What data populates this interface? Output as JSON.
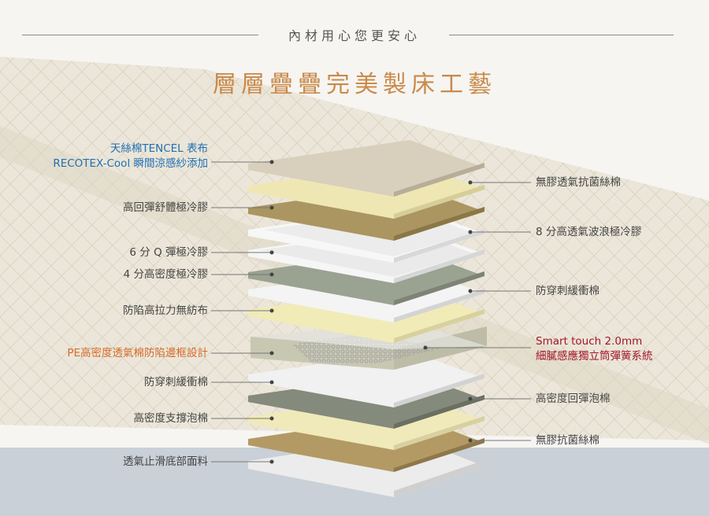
{
  "header": {
    "subtitle": "內材用心您更安心",
    "title": "層層疊疊完美製床工藝"
  },
  "colors": {
    "title": "#c98a4a",
    "blue_label": "#1f6fb5",
    "orange_label": "#d76a2c",
    "red_label": "#a3142b",
    "floor": "#c9d0d7"
  },
  "left_labels": {
    "tencel_line1": "天絲棉TENCEL 表布",
    "tencel_line2": "RECOTEX-Cool 瞬間涼感紗添加",
    "high_rebound": "高回彈舒體極冷膠",
    "q_gel": "6 分 Q 彈極冷膠",
    "high_density_gel": "4 分高密度極冷膠",
    "nonwoven": "防陷高拉力無紡布",
    "pe_frame": "PE高密度透氣棉防陷邊框設計",
    "anti_puncture": "防穿刺緩衝棉",
    "support_foam": "高密度支撐泡棉",
    "bottom_fabric": "透氣止滑底部面料"
  },
  "right_labels": {
    "glue_free_silk": "無膠透氣抗菌絲棉",
    "wave_gel": "8 分高透氣波浪極冷膠",
    "anti_puncture": "防穿刺緩衝棉",
    "smart_touch_line1": "Smart touch 2.0mm",
    "smart_touch_line2": "細膩感應獨立筒彈簧系統",
    "rebound_foam": "高密度回彈泡棉",
    "glue_free_antibac": "無膠抗菌絲棉"
  }
}
